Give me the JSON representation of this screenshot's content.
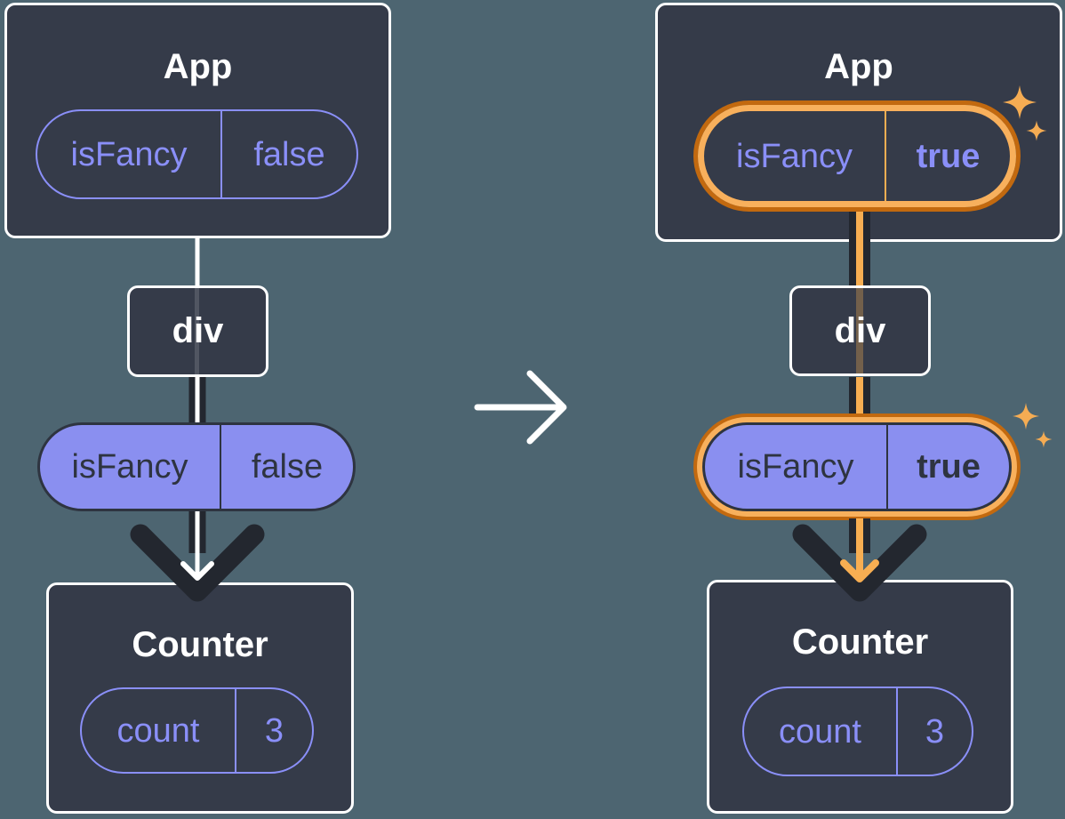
{
  "diagram_title": "isFancy prop change propagating from App through div to Counter",
  "colors": {
    "background": "#4D6571",
    "card_fill": "#353B49",
    "card_border": "#FFFFFF",
    "purple_outline": "#8A8FF8",
    "purple_fill": "#8A8FF0",
    "dark_text": "#2E3440",
    "arrow_dark": "#23272F",
    "arrow_white": "#FFFFFF",
    "orange_ring_dark": "#C2690F",
    "orange_ring_light": "#F8B05C",
    "orange_line": "#F7AE52",
    "sparkle": "#F5AC53"
  },
  "before": {
    "app": {
      "title": "App",
      "prop_name": "isFancy",
      "prop_value": "false"
    },
    "div": {
      "label": "div"
    },
    "passed_prop": {
      "name": "isFancy",
      "value": "false"
    },
    "counter": {
      "title": "Counter",
      "state_name": "count",
      "state_value": "3"
    }
  },
  "after": {
    "app": {
      "title": "App",
      "prop_name": "isFancy",
      "prop_value": "true"
    },
    "div": {
      "label": "div"
    },
    "passed_prop": {
      "name": "isFancy",
      "value": "true"
    },
    "counter": {
      "title": "Counter",
      "state_name": "count",
      "state_value": "3"
    }
  }
}
